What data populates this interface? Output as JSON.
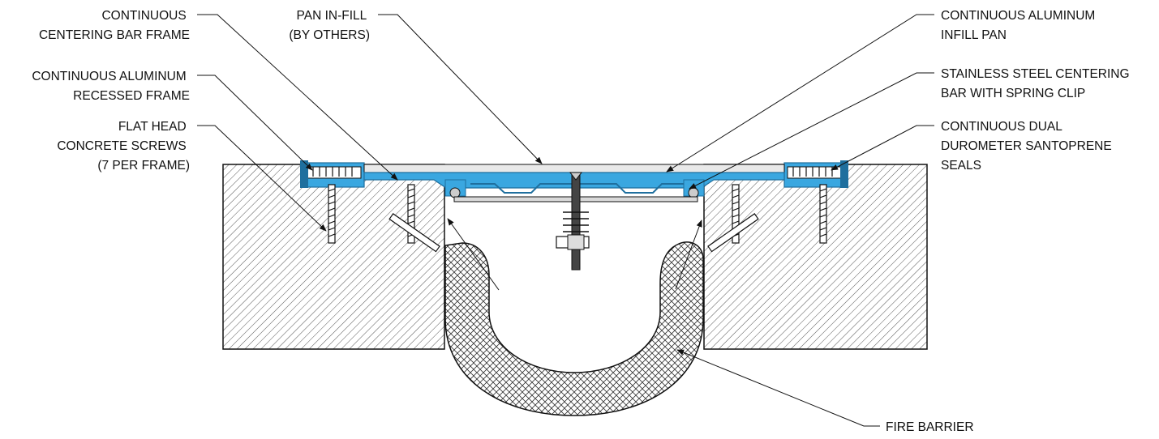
{
  "labels": {
    "continuous_centering_bar_frame": [
      "CONTINUOUS",
      "CENTERING BAR FRAME"
    ],
    "pan_infill": [
      "PAN IN-FILL",
      "(BY OTHERS)"
    ],
    "continuous_aluminum_infill_pan": [
      "CONTINUOUS ALUMINUM",
      "INFILL PAN"
    ],
    "continuous_aluminum_recessed_frame": [
      "CONTINUOUS ALUMINUM",
      "RECESSED FRAME"
    ],
    "stainless_steel_centering_bar": [
      "STAINLESS STEEL CENTERING",
      "BAR WITH SPRING CLIP"
    ],
    "flat_head_concrete_screws": [
      "FLAT HEAD",
      "CONCRETE SCREWS",
      "(7 PER FRAME)"
    ],
    "dual_durometer_seals": [
      "CONTINUOUS  DUAL",
      "DUROMETER SANTOPRENE",
      "SEALS"
    ],
    "fire_barrier": [
      "FIRE BARRIER"
    ]
  },
  "colors": {
    "aluminum": "#3aa7e0",
    "aluminum_dark": "#1f6f9e",
    "concrete_hatch": "#444444",
    "infill": "#e9e9e9",
    "seal": "#ffffff",
    "line": "#111111"
  }
}
